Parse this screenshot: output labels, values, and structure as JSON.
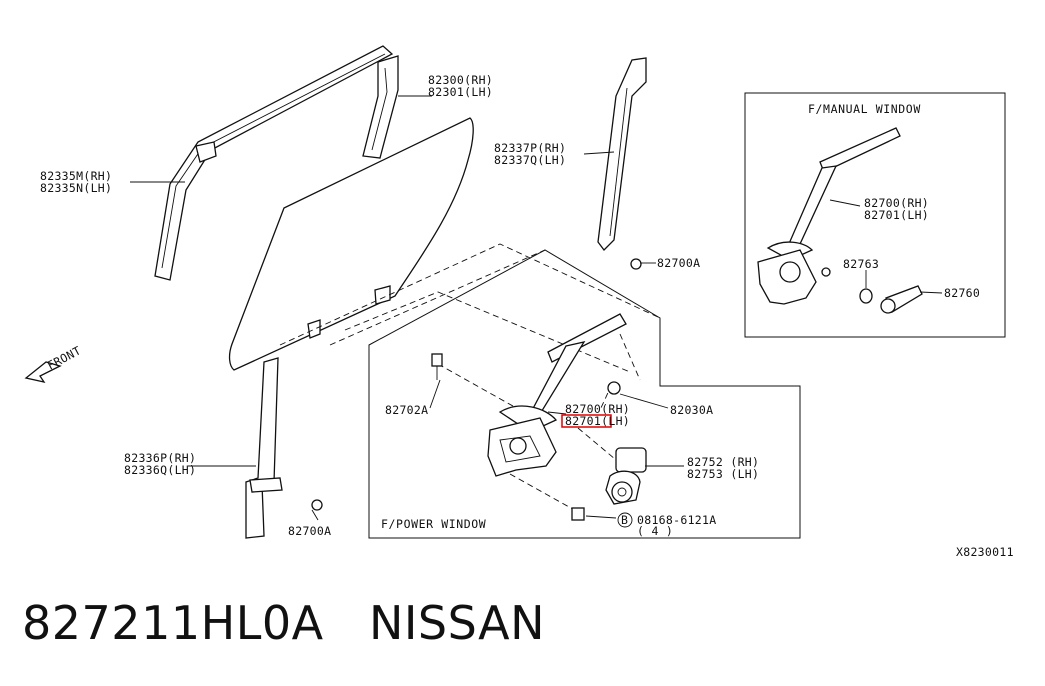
{
  "labels": {
    "glass_rh": "82300(RH)",
    "glass_lh": "82301(LH)",
    "sash_rh": "82335M(RH)",
    "sash_lh": "82335N(LH)",
    "rear_guide_rh": "82337P(RH)",
    "rear_guide_lh": "82337Q(LH)",
    "bolt_right": "82700A",
    "front_guide_rh": "82336P(RH)",
    "front_guide_lh": "82336Q(LH)",
    "bolt_left": "82700A",
    "front": "FRONT",
    "bolt_82702a": "82702A",
    "bolt_82030a": "82030A",
    "regulator_rh": "82700(RH)",
    "regulator_lh": "82701(LH)",
    "motor_rh": "82752 (RH)",
    "motor_lh": "82753 (LH)",
    "screw_code": "08168-6121A",
    "screw_symbol": "B",
    "screw_qty": "( 4 )",
    "manual_regulator_rh": "82700(RH)",
    "manual_regulator_lh": "82701(LH)",
    "washer": "82763",
    "handle": "82760",
    "drawing_id": "X8230011"
  },
  "boxes": {
    "manual_title": "F/MANUAL WINDOW",
    "power_title": "F/POWER WINDOW"
  },
  "highlight_color": "#e00000",
  "footer": {
    "part_number": "827211HL0A",
    "brand": "NISSAN"
  }
}
